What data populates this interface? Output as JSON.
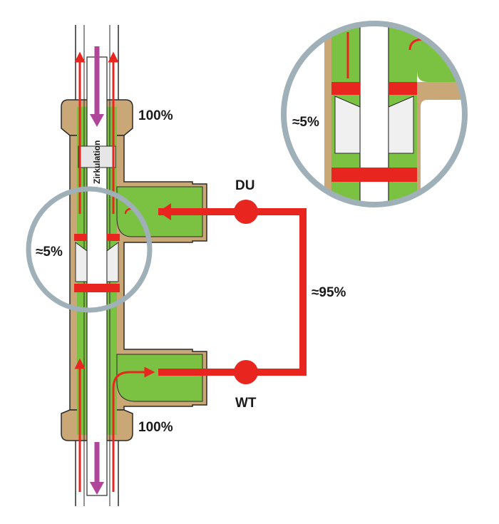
{
  "labels": {
    "top_percent": "100%",
    "bottom_percent": "100%",
    "left_percent": "≈5%",
    "inset_percent": "≈5%",
    "loop_percent": "≈95%",
    "du": "DU",
    "wt": "WT",
    "pipe_label": "Zirkulation"
  },
  "colors": {
    "water": "#7cc242",
    "housing": "#c9a777",
    "outline": "#2a2a2a",
    "flow": "#e8251f",
    "circulation": "#b0469a",
    "magnifier": "#9fb0b8"
  }
}
